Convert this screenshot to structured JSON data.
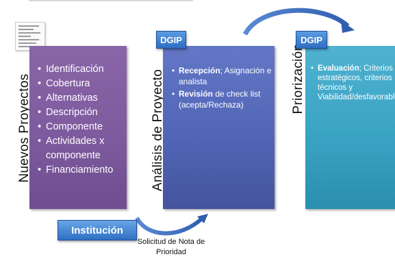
{
  "stages": [
    {
      "title": "Nuevos Proyectos",
      "badge": "",
      "items": [
        "Identificación",
        "Cobertura",
        "Alternativas",
        "Descripción",
        "Componente",
        "Actividades x componente",
        "Financiamiento"
      ]
    },
    {
      "title": "Análisis de Proyecto",
      "badge": "DGIP",
      "items": [
        {
          "bold": "Recepción",
          "rest": "; Asignación e analista"
        },
        {
          "bold": "Revisión",
          "rest": " de check list (acepta/Rechaza)"
        }
      ]
    },
    {
      "title": "Priorización",
      "badge": "DGIP",
      "items": [
        {
          "bold": "Evaluación",
          "rest": "; Criterios estratégicos, criterios técnicos y Viabilidad/desfavorable"
        }
      ]
    }
  ],
  "institution_label": "Institución",
  "note": "Solicitud de Nota de Prioridad",
  "colors": {
    "stage1": "#7e5a9e",
    "stage2": "#5265b6",
    "stage3": "#3aa3c4",
    "badge": "#2f6fc4",
    "arrow": "#3a6fbf"
  },
  "icons": [
    "document-thumbnail-icon",
    "curved-arrow-icon"
  ]
}
